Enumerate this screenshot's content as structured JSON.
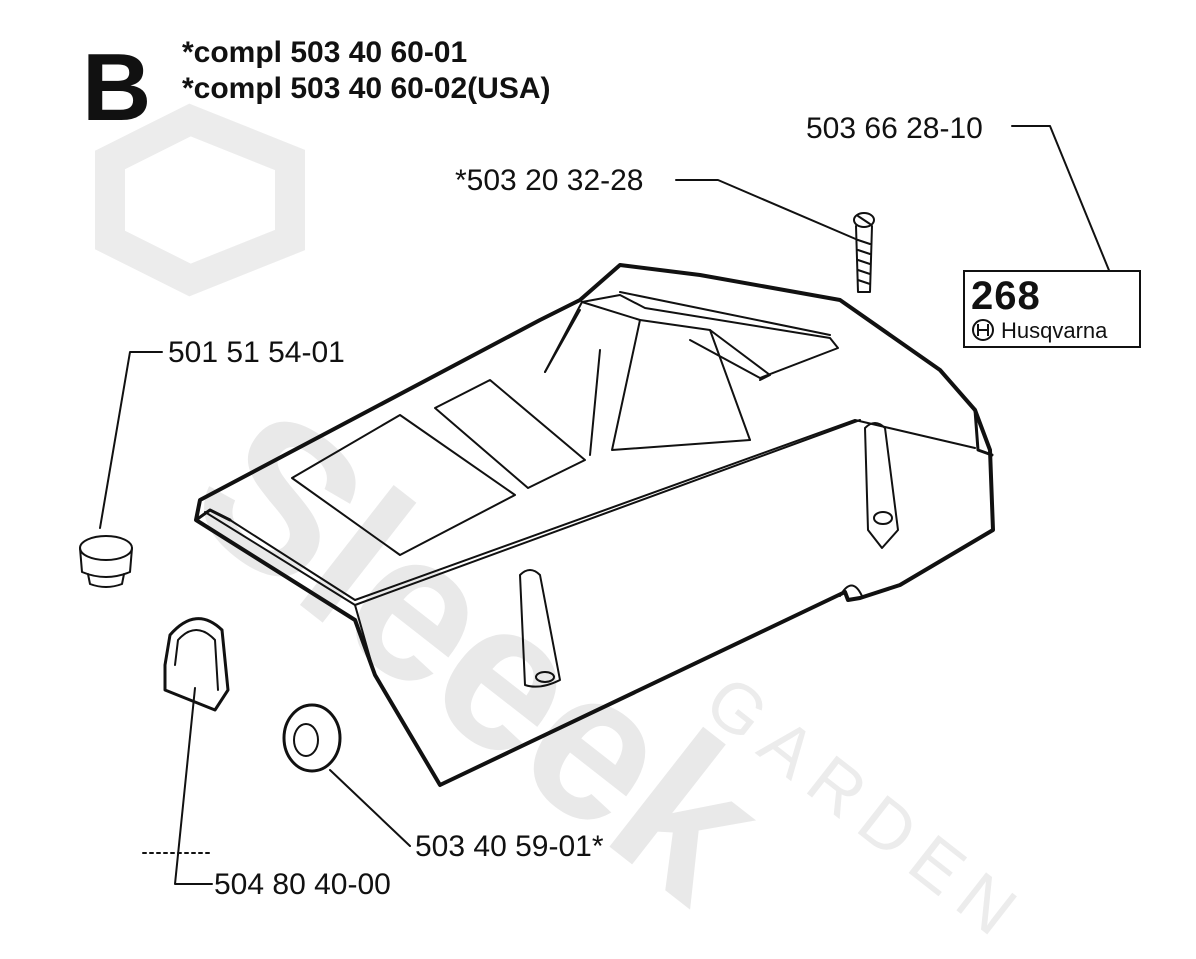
{
  "section_letter": "B",
  "kit_numbers": [
    "*compl 503 40 60-01",
    "*compl 503 40 60-02(USA)"
  ],
  "parts": {
    "decal": "503 66 28-10",
    "screw": "*503 20 32-28",
    "plug": "501 51 54-01",
    "grommet": "503 40 59-01*",
    "cover_seal": "504 80 40-00"
  },
  "decal_text": {
    "model": "268",
    "brand": "Husqvarna"
  },
  "watermark": {
    "main": "Sleeek",
    "sub": "GARDEN"
  },
  "colors": {
    "line": "#111111",
    "watermark": "#e9e9e9",
    "background": "#ffffff"
  },
  "icons": [
    "husqvarna-logo-icon"
  ]
}
